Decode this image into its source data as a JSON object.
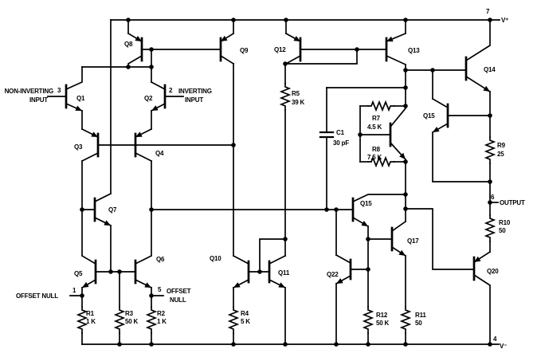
{
  "schematic": {
    "power": {
      "vplus_pin": "7",
      "vplus": "V⁺",
      "vminus_pin": "4",
      "vminus": "V⁻"
    },
    "inputs": {
      "noninverting": {
        "pin": "3",
        "label_line1": "NON-INVERTING",
        "label_line2": "INPUT"
      },
      "inverting": {
        "pin": "2",
        "label_line1": "INVERTING",
        "label_line2": "INPUT"
      },
      "offset_null_1": {
        "pin": "1",
        "label": "OFFSET NULL"
      },
      "offset_null_5": {
        "pin": "5",
        "label_line1": "OFFSET",
        "label_line2": "NULL"
      }
    },
    "output": {
      "pin": "6",
      "label": "OUTPUT"
    },
    "transistors": {
      "q1": "Q1",
      "q2": "Q2",
      "q3": "Q3",
      "q4": "Q4",
      "q5": "Q5",
      "q6": "Q6",
      "q7": "Q7",
      "q8": "Q8",
      "q9": "Q9",
      "q10": "Q10",
      "q11": "Q11",
      "q12": "Q12",
      "q13": "Q13",
      "q14": "Q14",
      "q15_current_limit": "Q15",
      "q15_gain_stage": "Q15",
      "q17": "Q17",
      "q20": "Q20",
      "q22": "Q22"
    },
    "resistors": {
      "r1": {
        "name": "R1",
        "value": "1 K"
      },
      "r2": {
        "name": "R2",
        "value": "1 K"
      },
      "r3": {
        "name": "R3",
        "value": "50 K"
      },
      "r4": {
        "name": "R4",
        "value": "5 K"
      },
      "r5": {
        "name": "R5",
        "value": "39 K"
      },
      "r7": {
        "name": "R7",
        "value": "4.5 K"
      },
      "r8": {
        "name": "R8",
        "value": "7.5 K"
      },
      "r9": {
        "name": "R9",
        "value": "25"
      },
      "r10": {
        "name": "R10",
        "value": "50"
      },
      "r11": {
        "name": "R11",
        "value": "50"
      },
      "r12": {
        "name": "R12",
        "value": "50 K"
      }
    },
    "capacitors": {
      "c1": {
        "name": "C1",
        "value": "30 pF"
      }
    },
    "colors": {
      "ink": "#000000",
      "background": "#ffffff"
    }
  }
}
